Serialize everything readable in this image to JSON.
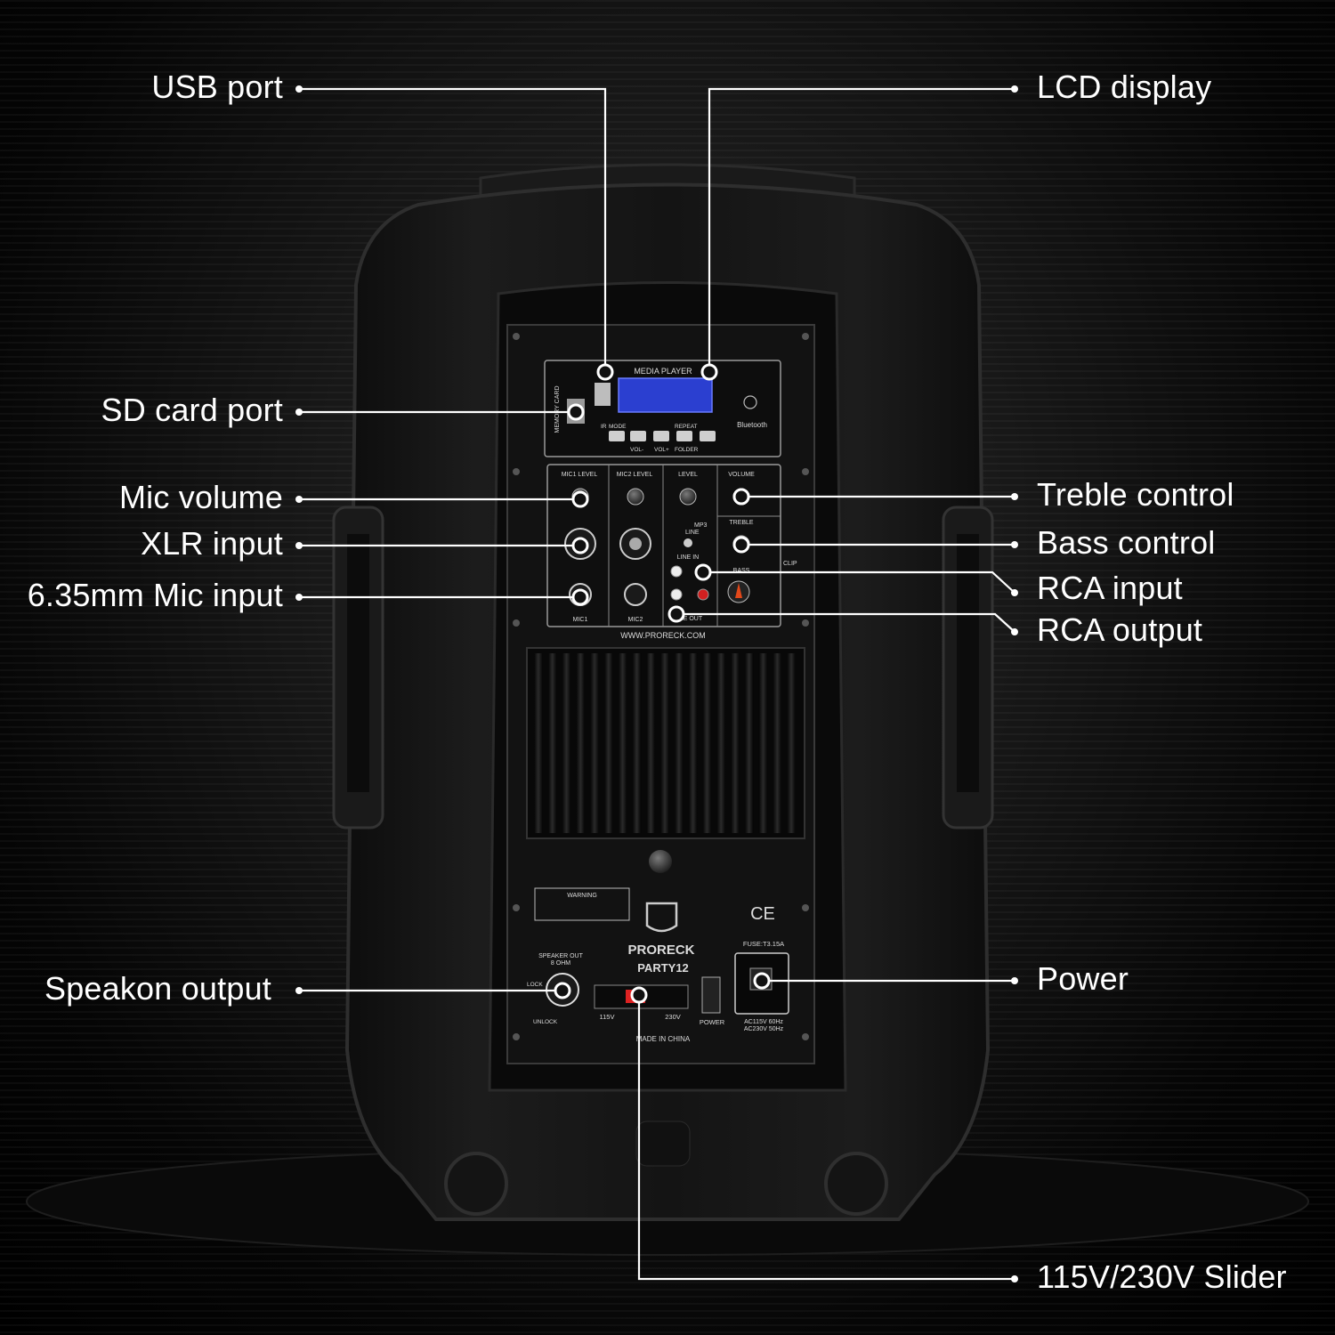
{
  "callouts": {
    "usb_port": "USB port",
    "lcd_display": "LCD display",
    "sd_card_port": "SD card port",
    "mic_volume": "Mic volume",
    "xlr_input": "XLR input",
    "mic_input": "6.35mm Mic input",
    "treble_control": "Treble control",
    "bass_control": "Bass control",
    "rca_input": "RCA input",
    "rca_output": "RCA output",
    "speakon_output": "Speakon output",
    "power": "Power",
    "voltage_slider": "115V/230V Slider"
  },
  "panel": {
    "media_player": "MEDIA PLAYER",
    "memory_card": "MEMORY CARD",
    "ir": "IR",
    "mode": "MODE",
    "repeat": "REPEAT",
    "vol_minus": "VOL-",
    "vol_plus": "VOL+",
    "folder": "FOLDER",
    "bluetooth": "Bluetooth",
    "mic1_level": "MIC1 LEVEL",
    "mic2_level": "MIC2 LEVEL",
    "level": "LEVEL",
    "volume": "VOLUME",
    "treble": "TREBLE",
    "bass": "BASS",
    "mp3": "MP3",
    "line": "LINE",
    "line_in": "LINE IN",
    "line_out": "LINE OUT",
    "clip": "CLIP",
    "mic1": "MIC1",
    "mic2": "MIC2",
    "website": "WWW.PRORECK.COM",
    "warning": "WARNING",
    "brand": "PRORECK",
    "model": "PARTY12",
    "speaker_out": "SPEAKER OUT",
    "ohm": "8 OHM",
    "lock": "LOCK",
    "unlock": "UNLOCK",
    "v115": "115V",
    "v230": "230V",
    "power_label": "POWER",
    "fuse": "FUSE:T3.15A",
    "ac115": "AC115V 60Hz",
    "ac230": "AC230V 50Hz",
    "made_in": "MADE IN CHINA",
    "ce": "CE"
  }
}
